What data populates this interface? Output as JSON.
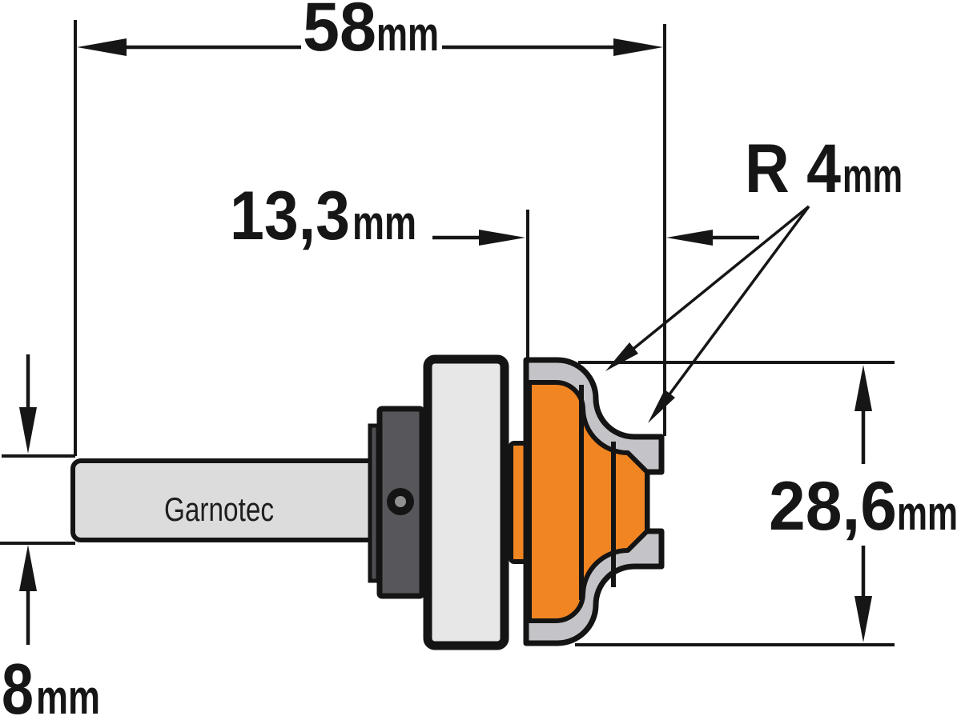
{
  "brand": "Garnotec",
  "dimensions": {
    "overall_length": {
      "num": "58",
      "unit": "mm"
    },
    "cutting_length": {
      "num": "13,3",
      "unit": "mm"
    },
    "radius": {
      "num": "R 4",
      "unit": "mm"
    },
    "cutting_diameter": {
      "num": "28,6",
      "unit": "mm"
    },
    "shank_diameter": {
      "num": "8",
      "unit": "mm"
    }
  },
  "colors": {
    "body_orange": "#f08522",
    "steel_gray": "#c4c4c8",
    "bearing_gray": "#e7e7e7",
    "shank_gray": "#dcdcdc",
    "collar_dark": "#57575b",
    "collar_step": "#4e4e52",
    "screw_black": "#141414",
    "screw_dot": "#909090",
    "ink": "#161616",
    "background": "#ffffff"
  }
}
